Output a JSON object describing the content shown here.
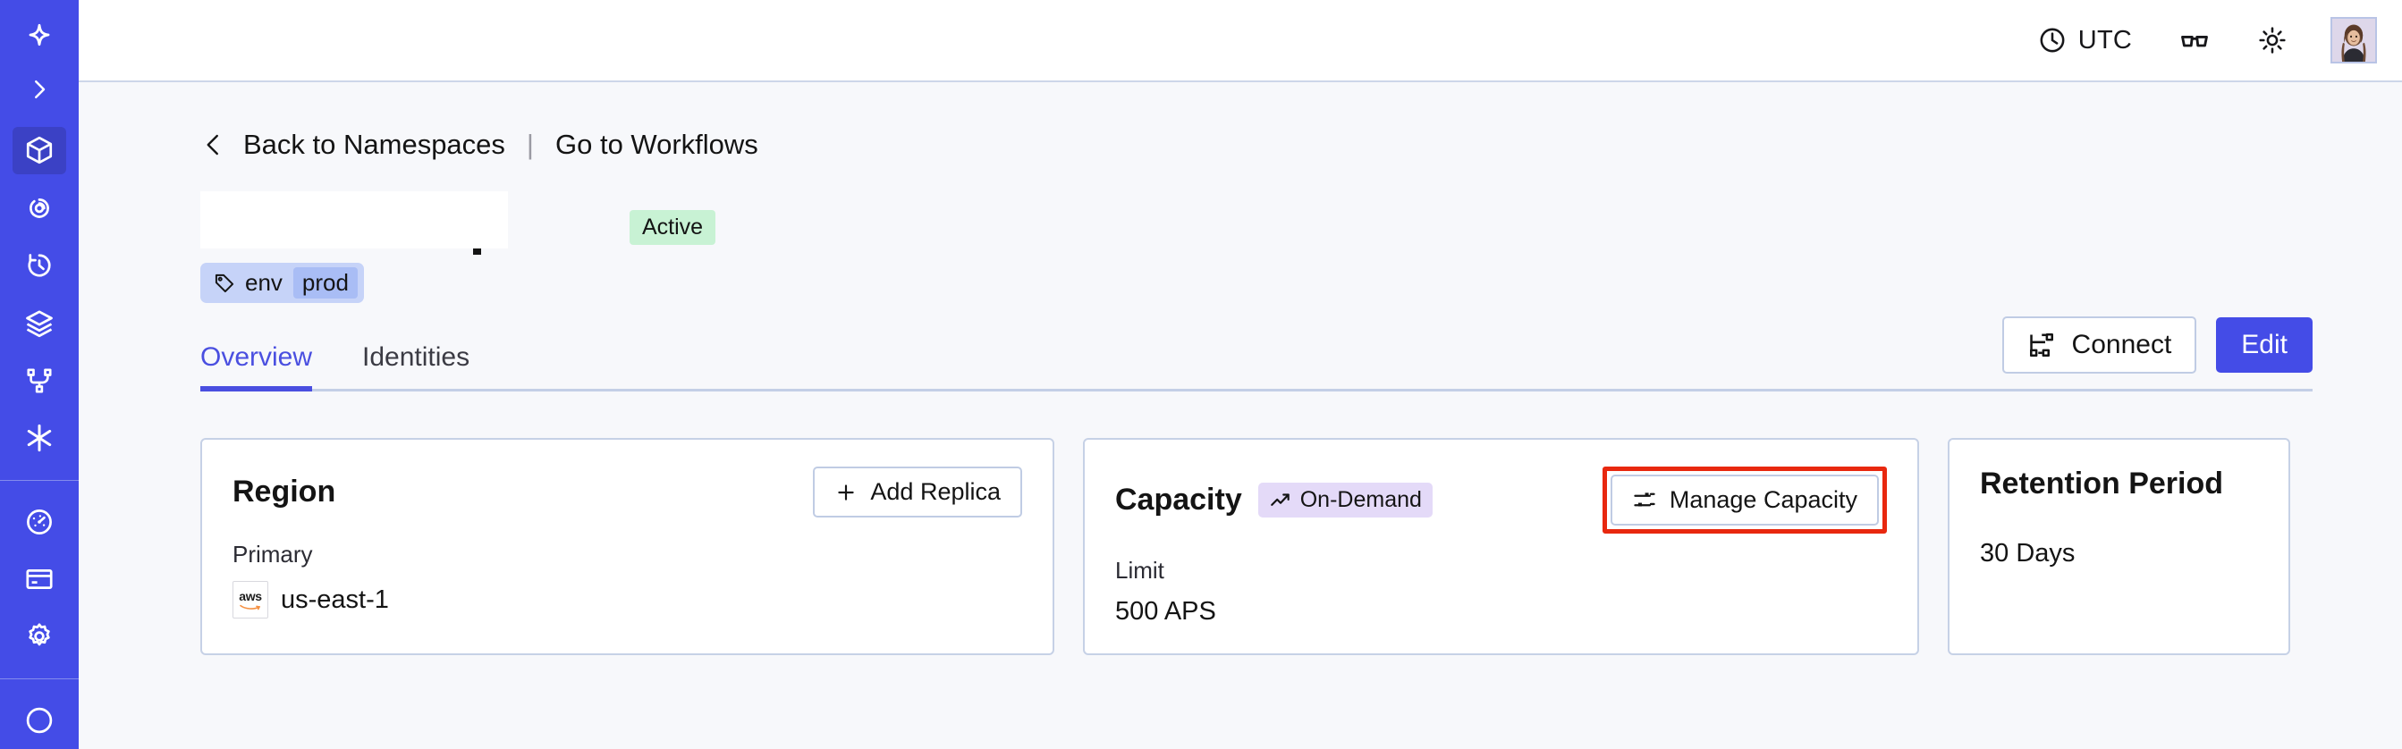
{
  "sidebar": {
    "logo": "temporal-logo",
    "expand_icon": "chevron-right-icon",
    "items": [
      {
        "name": "namespaces",
        "icon": "cube-icon",
        "active": true
      },
      {
        "name": "observability",
        "icon": "radar-eye-icon",
        "active": false
      },
      {
        "name": "schedules",
        "icon": "timer-icon",
        "active": false
      },
      {
        "name": "batch-operations",
        "icon": "layers-icon",
        "active": false
      },
      {
        "name": "workflows",
        "icon": "git-branch-icon",
        "active": false
      },
      {
        "name": "nexus",
        "icon": "asterisk-icon",
        "active": false
      }
    ],
    "items_bottom": [
      {
        "name": "usage",
        "icon": "gauge-icon"
      },
      {
        "name": "billing",
        "icon": "credit-card-icon"
      },
      {
        "name": "settings",
        "icon": "gear-icon"
      }
    ]
  },
  "topbar": {
    "timezone_icon": "clock-icon",
    "timezone_label": "UTC",
    "glasses_icon": "glasses-icon",
    "theme_icon": "sun-icon",
    "avatar": "user-avatar"
  },
  "breadcrumb": {
    "back_icon": "chevron-left-icon",
    "back_label": "Back to Namespaces",
    "separator": "|",
    "forward_label": "Go to Workflows"
  },
  "namespace": {
    "title": "",
    "title_redacted": true,
    "status_label": "Active",
    "status_color": "#c8f2d4",
    "tag": {
      "icon": "tag-icon",
      "key": "env",
      "value": "prod"
    }
  },
  "actions": {
    "connect_label": "Connect",
    "connect_icon": "connect-flow-icon",
    "edit_label": "Edit",
    "primary_color": "#444ce7"
  },
  "tabs": [
    {
      "label": "Overview",
      "active": true
    },
    {
      "label": "Identities",
      "active": false
    }
  ],
  "cards": {
    "region": {
      "title": "Region",
      "action_label": "Add Replica",
      "action_icon": "plus-icon",
      "sub_label": "Primary",
      "provider_icon": "aws-logo",
      "value": "us-east-1"
    },
    "capacity": {
      "title": "Capacity",
      "badge_label": "On-Demand",
      "badge_icon": "trending-up-icon",
      "badge_color": "#e4daf8",
      "action_label": "Manage Capacity",
      "action_icon": "sliders-icon",
      "action_highlighted": true,
      "highlight_color": "#e8280f",
      "sub_label": "Limit",
      "value": "500 APS"
    },
    "retention": {
      "title": "Retention Period",
      "value": "30 Days"
    }
  }
}
